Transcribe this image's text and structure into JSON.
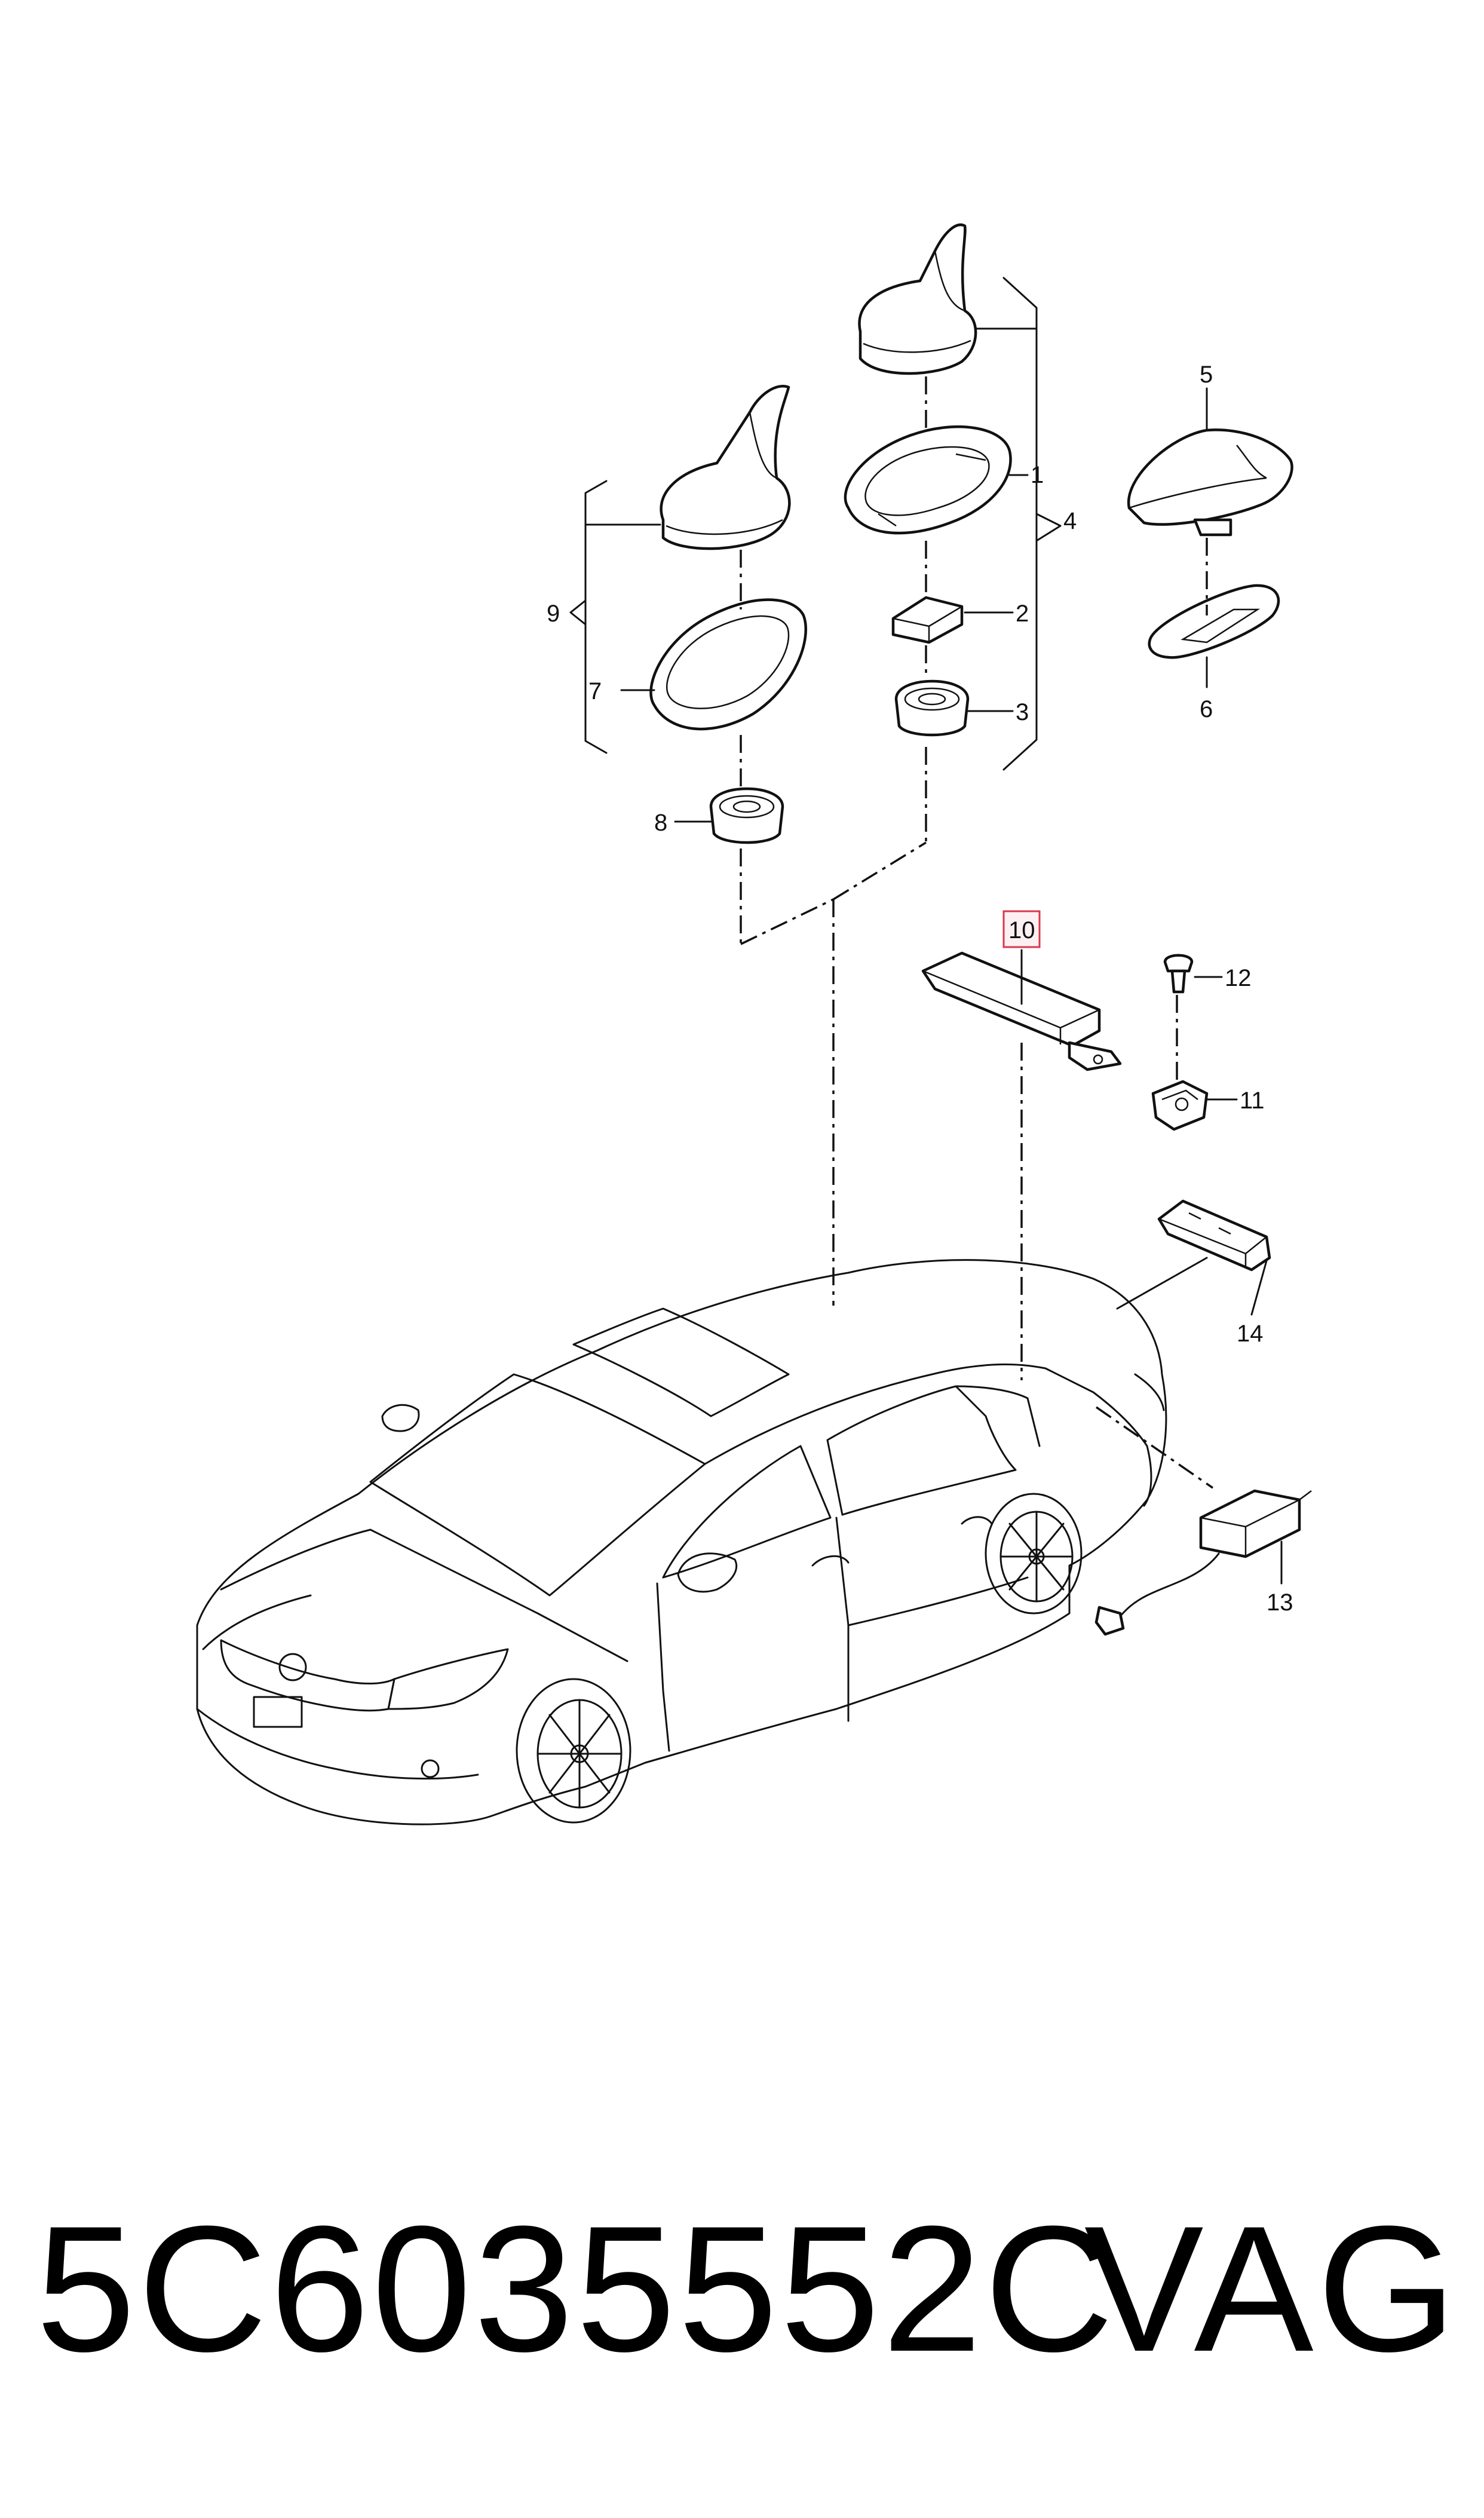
{
  "callouts": {
    "c1": "1",
    "c2": "2",
    "c3": "3",
    "c4": "4",
    "c5": "5",
    "c6": "6",
    "c7": "7",
    "c8": "8",
    "c9": "9",
    "c10": "10",
    "c11": "11",
    "c12": "12",
    "c13": "13",
    "c14": "14"
  },
  "highlighted_callout": "10",
  "highlight_color": "#d9384f",
  "footer": {
    "part_number": "5C6035552C",
    "brand": "VAG"
  }
}
